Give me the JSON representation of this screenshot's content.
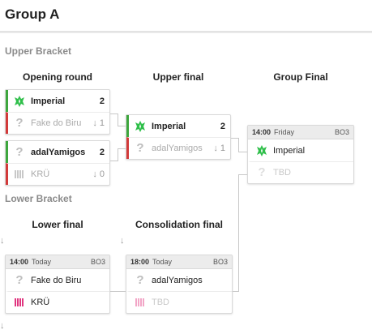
{
  "header": {
    "title": "Group A"
  },
  "sections": {
    "upper": "Upper Bracket",
    "lower": "Lower Bracket"
  },
  "columns": {
    "opening": "Opening round",
    "upper_final": "Upper final",
    "group_final": "Group Final",
    "lower_final": "Lower final",
    "consolidation": "Consolidation final"
  },
  "matches": {
    "opening1": {
      "team1": {
        "name": "Imperial",
        "score": "2"
      },
      "team2": {
        "name": "Fake do Biru",
        "score": "1"
      }
    },
    "opening2": {
      "team1": {
        "name": "adalYamigos",
        "score": "2"
      },
      "team2": {
        "name": "KRÜ",
        "score": "0"
      }
    },
    "upper_final": {
      "team1": {
        "name": "Imperial",
        "score": "2"
      },
      "team2": {
        "name": "adalYamigos",
        "score": "1"
      }
    },
    "group_final": {
      "time": "14:00",
      "day": "Friday",
      "format": "BO3",
      "team1": {
        "name": "Imperial"
      },
      "team2": {
        "name": "TBD"
      }
    },
    "lower_final": {
      "time": "14:00",
      "day": "Today",
      "format": "BO3",
      "team1": {
        "name": "Fake do Biru"
      },
      "team2": {
        "name": "KRÜ"
      }
    },
    "consolidation": {
      "time": "18:00",
      "day": "Today",
      "format": "BO3",
      "team1": {
        "name": "adalYamigos"
      },
      "team2": {
        "name": "TBD"
      }
    }
  },
  "colors": {
    "win": "#3da63d",
    "lose": "#d23a3a",
    "imperial": "#2fbf4a",
    "kru": "#e0357f"
  }
}
